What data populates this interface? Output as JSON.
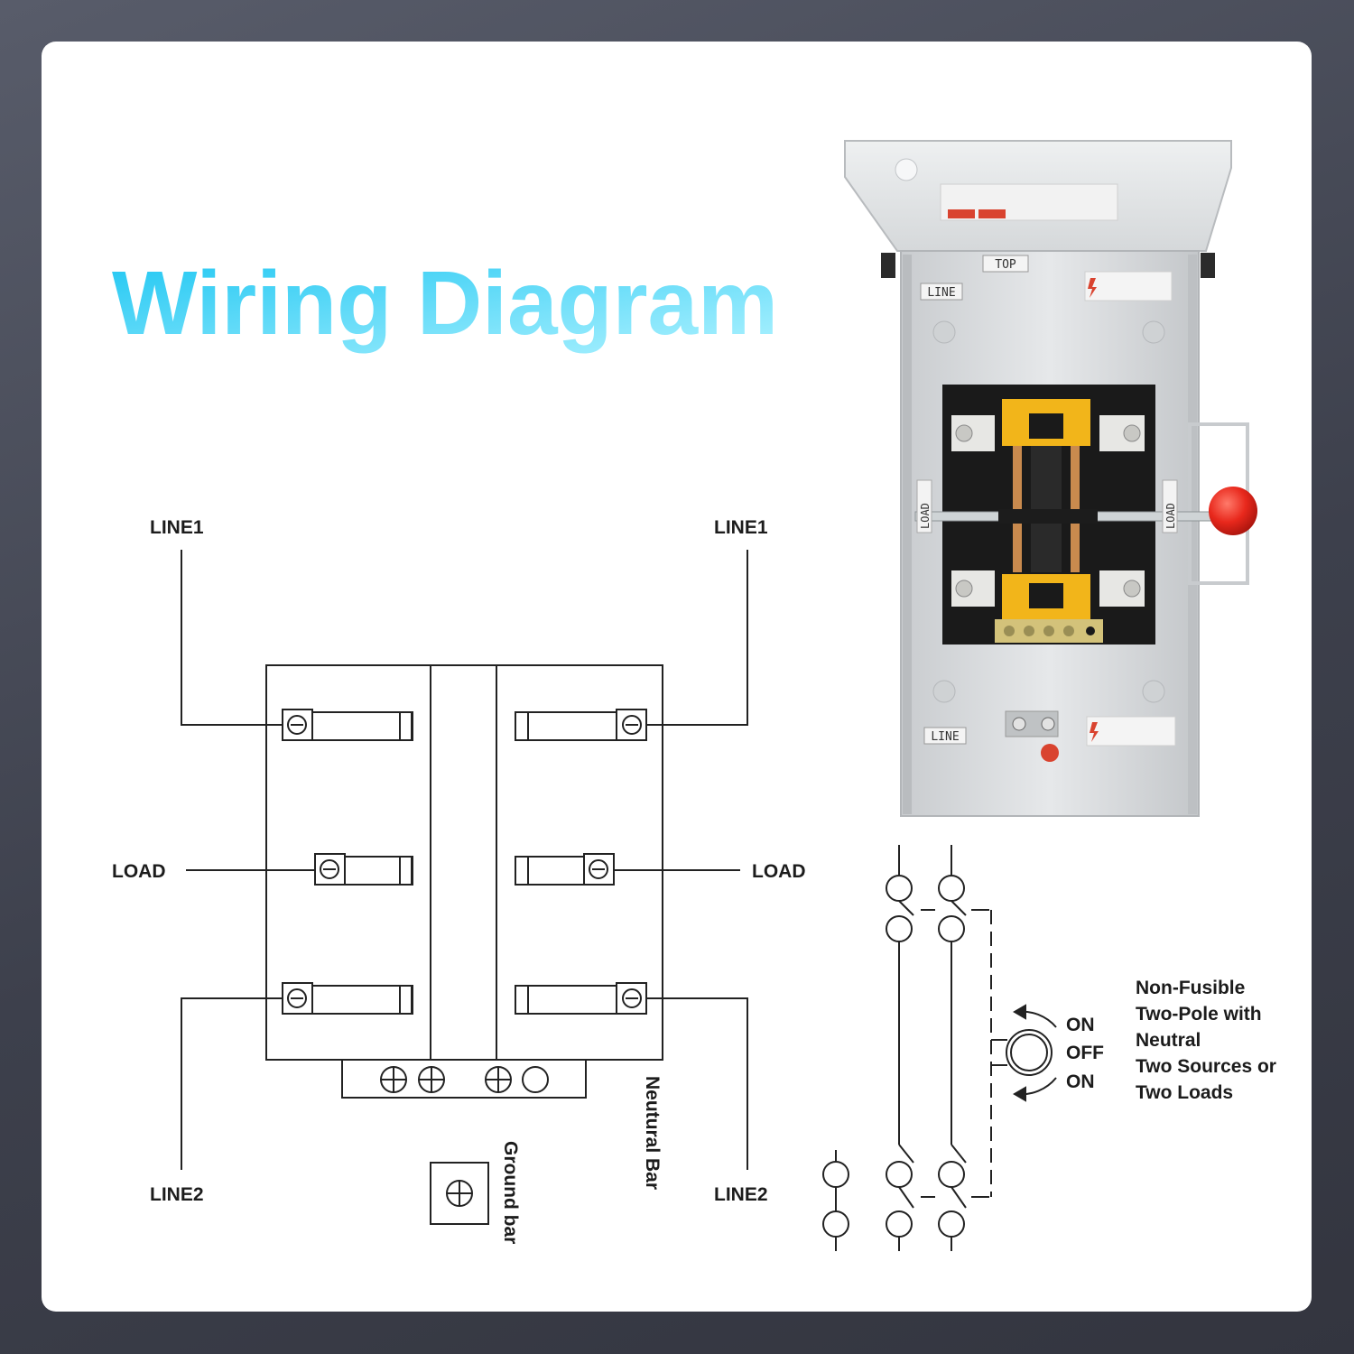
{
  "title": "Wiring Diagram",
  "colors": {
    "title_gradient_start": "#21c8f0",
    "title_gradient_end": "#a6f0ff",
    "line": "#222222",
    "background": "#4a4d59",
    "card": "#ffffff"
  },
  "terminals": {
    "line1_left": "LINE1",
    "line1_right": "LINE1",
    "load_left": "LOAD",
    "load_right": "LOAD",
    "line2_left": "LINE2",
    "line2_right": "LINE2"
  },
  "bars": {
    "neutral": "Neutural Bar",
    "ground": "Ground bar"
  },
  "photo_labels": {
    "top": "TOP",
    "line_top": "LINE",
    "line_bottom": "LINE",
    "load_left": "LOAD",
    "load_right": "LOAD"
  },
  "switch_positions": [
    "ON",
    "OFF",
    "ON"
  ],
  "description": [
    "Non-Fusible",
    "Two-Pole with",
    "Neutral",
    "Two Sources or",
    "Two Loads"
  ]
}
